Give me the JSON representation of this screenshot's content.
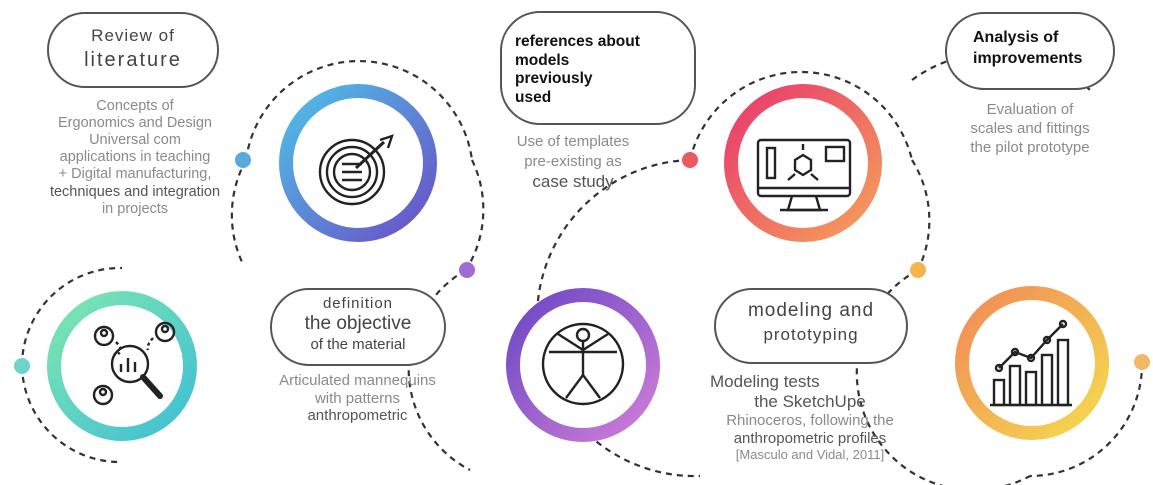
{
  "stages": [
    {
      "label_lines": [
        "Review of",
        "literature"
      ],
      "text_lines": [
        "Concepts of",
        "Ergonomics and Design",
        "Universal com",
        "applications in teaching",
        "+ Digital manufacturing,",
        "techniques and integration",
        "in projects"
      ],
      "icon": "magnifier-users-icon",
      "color": "#5fd6b3"
    },
    {
      "label_lines": [
        "definition",
        "the objective",
        "of the material"
      ],
      "text_lines": [
        "Articulated mannequins",
        "with patterns",
        "anthropometric"
      ],
      "icon": "target-dart-icon",
      "color": "#5a8fd8"
    },
    {
      "label_lines": [
        "references about",
        "models",
        "previously",
        "used"
      ],
      "text_lines": [
        "Use of templates",
        "pre-existing as",
        "case study"
      ],
      "icon": "vitruvian-man-icon",
      "color": "#b05fc8"
    },
    {
      "label_lines": [
        "modeling and",
        "prototyping"
      ],
      "text_lines": [
        "Modeling tests",
        "the SketchUpe",
        "Rhinoceros, following the",
        "anthropometric profiles",
        "[Masculo and Vidal, 2011]"
      ],
      "icon": "computer-3d-modeling-icon",
      "color": "#ea5a6e"
    },
    {
      "label_lines": [
        "Analysis of",
        "improvements"
      ],
      "text_lines": [
        "Evaluation of",
        "scales and fittings",
        "the pilot prototype"
      ],
      "icon": "growth-bar-chart-icon",
      "color": "#f4b54a"
    }
  ]
}
